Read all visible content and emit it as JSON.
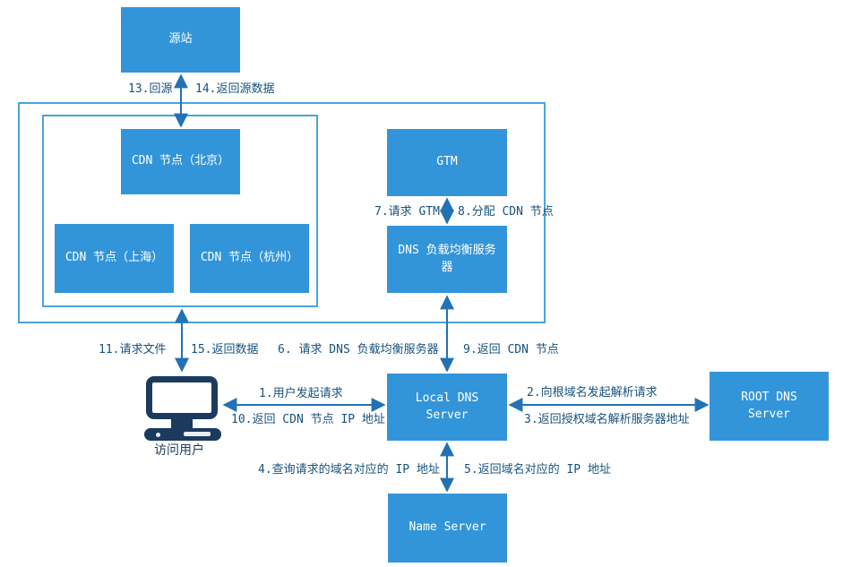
{
  "diagram": {
    "title": "CDN DNS resolution flow diagram",
    "nodes": {
      "origin": {
        "label": "源站"
      },
      "cdn_beijing": {
        "label": "CDN 节点（北京）"
      },
      "cdn_shanghai": {
        "label": "CDN 节点（上海）"
      },
      "cdn_hangzhou": {
        "label": "CDN 节点（杭州）"
      },
      "gtm": {
        "label": "GTM"
      },
      "dns_lb": {
        "label": "DNS 负载均衡服务器"
      },
      "local_dns": {
        "label": "Local DNS Server"
      },
      "root_dns": {
        "label": "ROOT DNS Server"
      },
      "name_server": {
        "label": "Name Server"
      },
      "user": {
        "label": "访问用户"
      }
    },
    "edge_labels": {
      "e1": "1.用户发起请求",
      "e2": "2.向根域名发起解析请求",
      "e3": "3.返回授权域名解析服务器地址",
      "e4": "4.查询请求的域名对应的 IP 地址",
      "e5": "5.返回域名对应的 IP 地址",
      "e6": "6. 请求 DNS 负载均衡服务器",
      "e7": "7.请求 GTM",
      "e8": "8.分配 CDN 节点",
      "e9": "9.返回 CDN 节点",
      "e10": "10.返回 CDN 节点 IP 地址",
      "e11": "11.请求文件",
      "e13": "13.回源",
      "e14": "14.返回源数据",
      "e15": "15.返回数据"
    },
    "colors": {
      "node_fill": "#3395d9",
      "node_text": "#ffffff",
      "container_stroke": "#4aa3dc",
      "arrow_color": "#2272b5",
      "label_text": "#17527d",
      "user_icon": "#1c3a5e"
    }
  }
}
